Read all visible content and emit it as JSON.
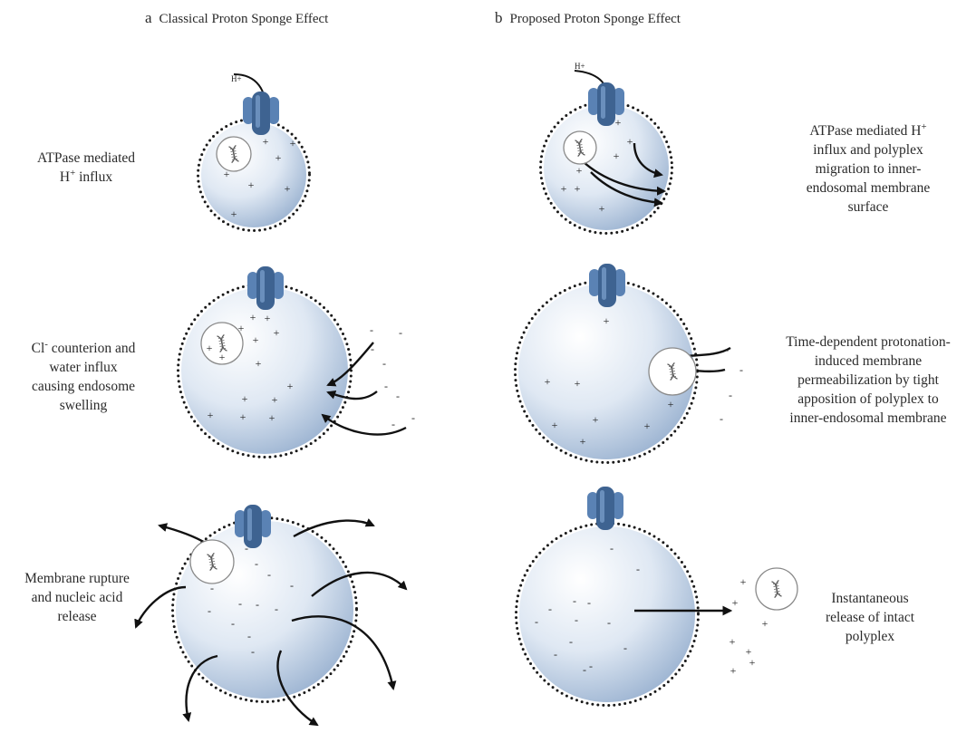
{
  "headers": {
    "a": {
      "letter": "a",
      "title": "Classical Proton Sponge Effect"
    },
    "b": {
      "letter": "b",
      "title": "Proposed Proton Sponge Effect"
    }
  },
  "labels": {
    "a1": {
      "l1": "ATPase mediated",
      "l2a": "H",
      "l2sup": "+",
      "l2b": " influx"
    },
    "a2": {
      "l1a": "Cl",
      "l1sup": "-",
      "l1b": " counterion and",
      "l2": "water influx",
      "l3": "causing endosome",
      "l4": "swelling"
    },
    "a3": {
      "l1": "Membrane rupture",
      "l2": "and nucleic acid",
      "l3": "release"
    },
    "b1": {
      "l1a": "ATPase mediated H",
      "l1sup": "+",
      "l2": "influx and polyplex",
      "l3": "migration to inner-",
      "l4": "endosomal membrane",
      "l5": "surface"
    },
    "b2": {
      "l1": "Time-dependent protonation-",
      "l2": "induced membrane",
      "l3": "permeabilization by tight",
      "l4": "apposition of polyplex to",
      "l5": "inner-endosomal membrane"
    },
    "b3": {
      "l1": "Instantaneous",
      "l2": "release of intact",
      "l3": "polyplex"
    }
  },
  "proton_label": "H+",
  "plus_sign": "+",
  "minus_sign": "-",
  "colors": {
    "pump": "#5a82b4",
    "pump_dark": "#3e6391",
    "endosome_light": "#ffffff",
    "endosome_mid": "#dfe8f3",
    "endosome_dark": "#9fb6d3",
    "membrane_dots": "#1a1a1a",
    "arrow": "#111111",
    "text": "#2a2a2a"
  },
  "icons": [
    "proton-pump-icon",
    "polyplex-icon",
    "endosome-icon",
    "arrow-icon"
  ]
}
